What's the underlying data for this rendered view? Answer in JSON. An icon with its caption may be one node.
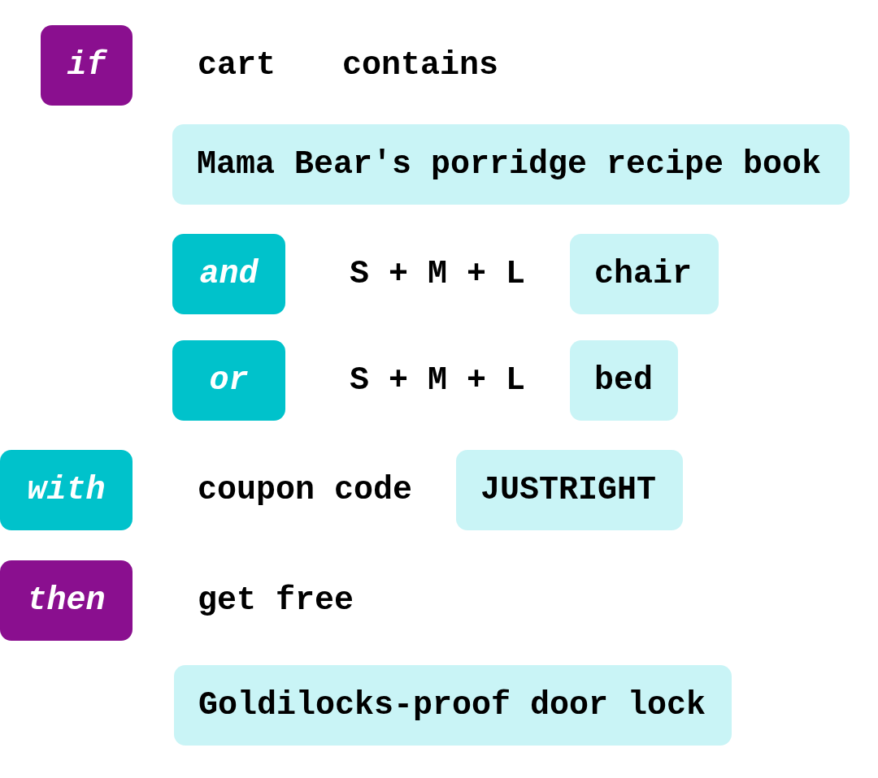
{
  "diagram": {
    "nodes": [
      {
        "text": [
          "if"
        ]
      },
      {
        "text": [
          "Mama Bear's porridge recipe book"
        ]
      },
      {
        "text": [
          "and"
        ]
      },
      {
        "text": [
          "chair"
        ]
      },
      {
        "text": [
          "or"
        ]
      },
      {
        "text": [
          "bed"
        ]
      },
      {
        "text": [
          "with"
        ]
      },
      {
        "text": [
          "JUSTRIGHT"
        ]
      },
      {
        "text": [
          "then"
        ]
      },
      {
        "text": [
          "Goldilocks-proof door lock"
        ]
      }
    ],
    "labels": [
      "cart",
      "contains",
      "S + M + L",
      "S + M + L",
      "coupon code",
      "get free"
    ]
  }
}
